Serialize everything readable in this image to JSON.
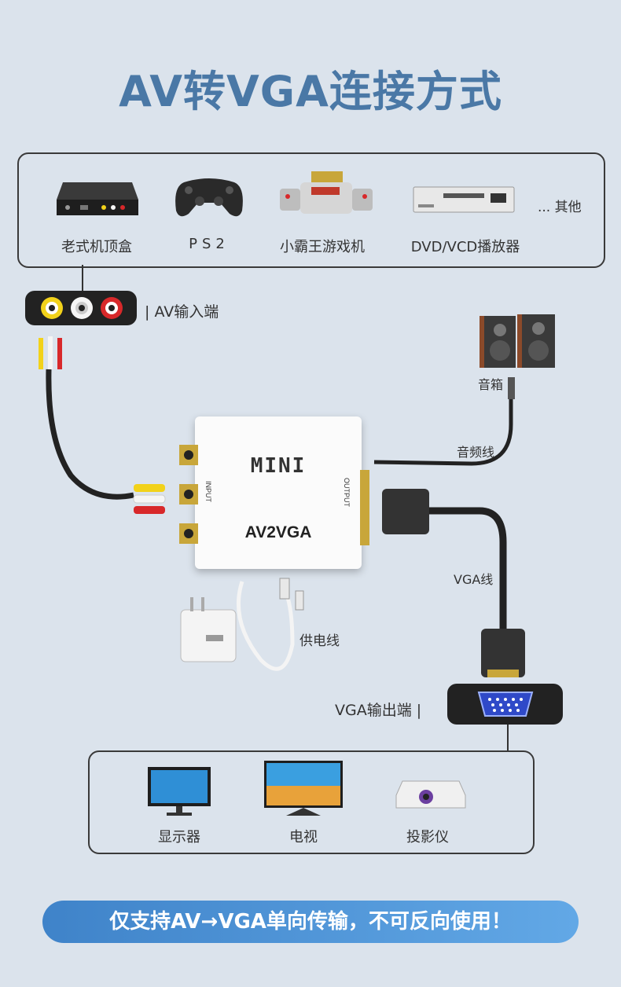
{
  "title": "AV转VGA连接方式",
  "sources": {
    "items": [
      {
        "label": "老式机顶盒",
        "icon": "set-top-box-icon"
      },
      {
        "label": "PS2",
        "icon": "gamepad-icon"
      },
      {
        "label": "小霸王游戏机",
        "icon": "retro-console-icon"
      },
      {
        "label": "DVD/VCD播放器",
        "icon": "dvd-player-icon"
      }
    ],
    "other": "... 其他"
  },
  "av_input_label": "| AV输入端",
  "speaker_label": "音箱",
  "audio_cable_label": "音频线",
  "vga_cable_label": "VGA线",
  "power_cable_label": "供电线",
  "vga_output_label": "VGA输出端 |",
  "device": {
    "brand": "MINI",
    "model": "AV2VGA",
    "input_side": "INPUT",
    "output_side": "OUTPUT"
  },
  "displays": {
    "items": [
      {
        "label": "显示器",
        "icon": "monitor-icon"
      },
      {
        "label": "电视",
        "icon": "tv-icon"
      },
      {
        "label": "投影仪",
        "icon": "projector-icon"
      }
    ]
  },
  "warning": "仅支持AV→VGA单向传输，不可反向使用！",
  "colors": {
    "background": "#dbe3ec",
    "title": "#4a78a6",
    "banner_start": "#3f83c9",
    "banner_end": "#62a8e6",
    "rca_yellow": "#f2d21a",
    "rca_white": "#f5f5f5",
    "rca_red": "#d8282a",
    "vga_blue": "#2f49c8"
  }
}
